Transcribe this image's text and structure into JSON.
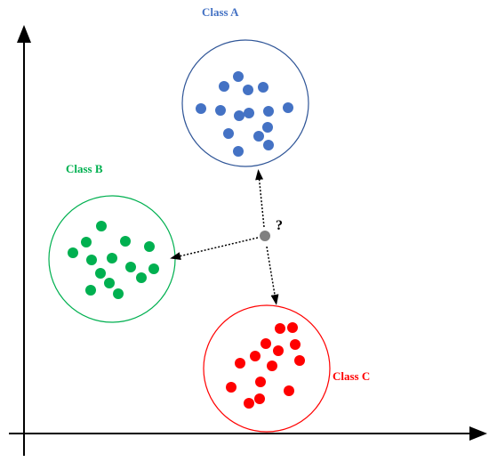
{
  "labels": {
    "class_a": "Class A",
    "class_b": "Class B",
    "class_c": "Class C",
    "query": "?"
  },
  "colors": {
    "class_a": "#4472C4",
    "class_b": "#00B050",
    "class_c": "#FF0000",
    "query_point": "#808080",
    "axis": "#000000"
  }
}
